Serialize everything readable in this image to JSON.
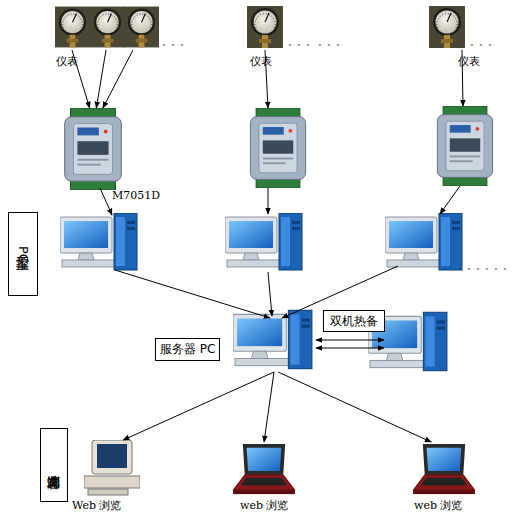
{
  "diagram": {
    "nodes": [
      {
        "text": [
          "仪表"
        ]
      },
      {
        "text": [
          "仪表"
        ]
      },
      {
        "text": [
          "仪表"
        ]
      },
      {
        "text": [
          "M7051D"
        ]
      },
      {
        "text": [
          "工控室PC"
        ]
      },
      {
        "text": [
          "服务器 PC"
        ]
      },
      {
        "text": [
          "双机热备"
        ]
      },
      {
        "text": [
          "客户端浏览"
        ]
      },
      {
        "text": [
          "Web 浏览"
        ]
      },
      {
        "text": [
          "web 浏览"
        ]
      },
      {
        "text": [
          "web 浏览"
        ]
      }
    ],
    "edges": [
      {
        "from": 0,
        "to": 3,
        "arrow": "to"
      },
      {
        "from": 0,
        "to": 3,
        "arrow": "to"
      },
      {
        "from": 0,
        "to": 3,
        "arrow": "to"
      },
      {
        "from": 5,
        "to": 8,
        "arrow": "to"
      },
      {
        "from": 5,
        "to": 9,
        "arrow": "to"
      },
      {
        "from": 5,
        "to": 10,
        "arrow": "to"
      }
    ],
    "labels": [
      "。。。",
      "。。。 。。。",
      "。。。",
      "。。。。。。"
    ]
  }
}
